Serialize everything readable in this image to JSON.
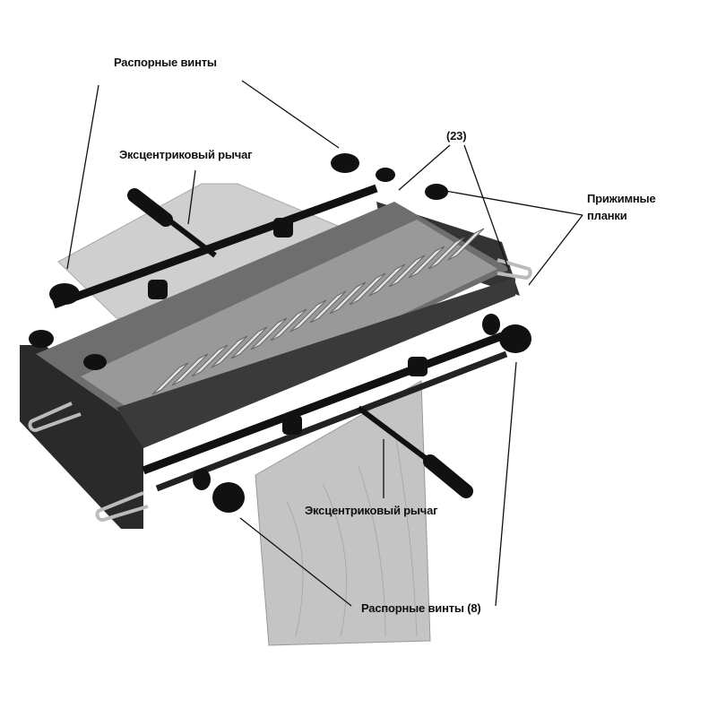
{
  "labels": {
    "spacer_screws_top": "Распорные винты",
    "cam_lever_top": "Эксцентриковый рычаг",
    "part_number": "(23)",
    "clamp_bars_line1": "Прижимные",
    "clamp_bars_line2": "планки",
    "cam_lever_bottom": "Эксцентриковый рычаг",
    "spacer_screws_bottom": "Распорные винты (8)"
  },
  "colors": {
    "frame": "#2a2a2a",
    "wood": "#c9c9c9",
    "template": "#9a9a9a",
    "fingers": "#e4e4e4",
    "knob": "#111111"
  }
}
